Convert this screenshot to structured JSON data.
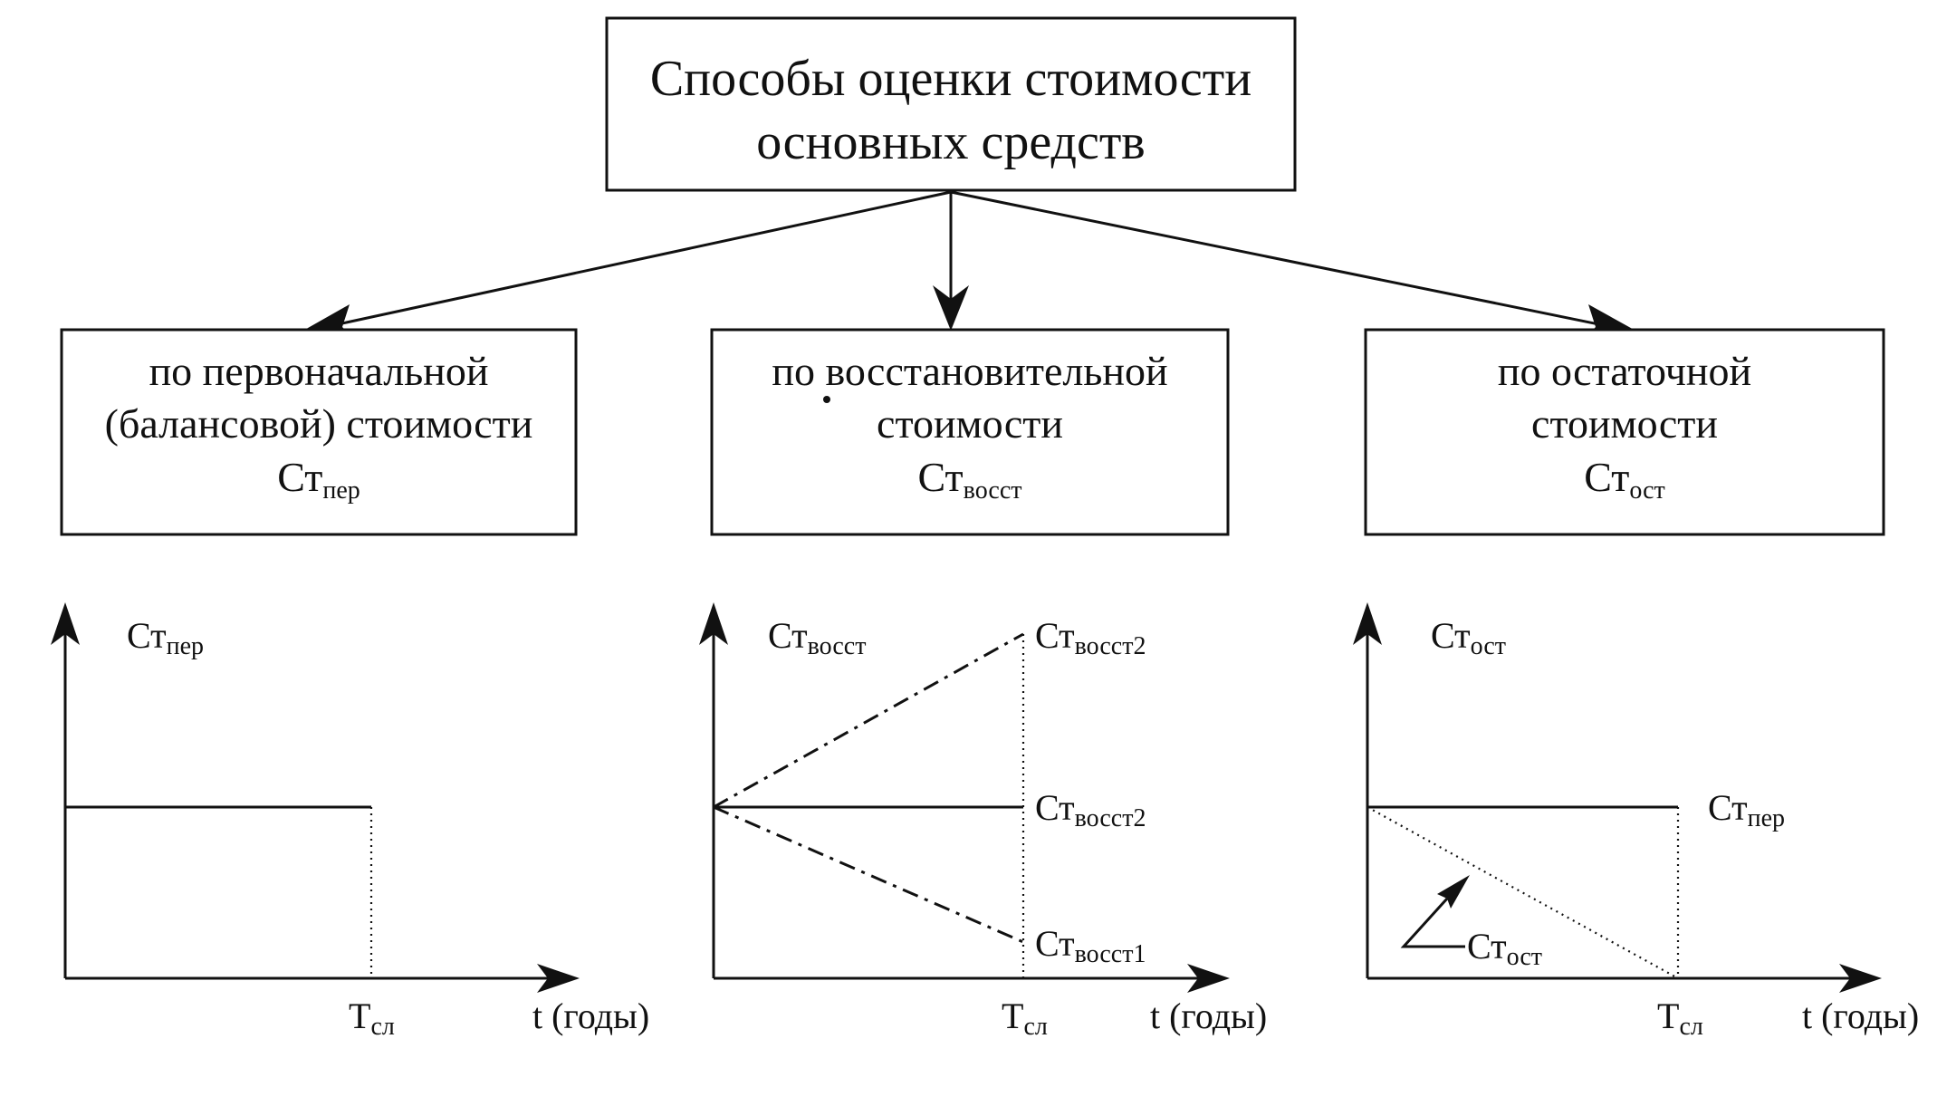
{
  "root": {
    "line1": "Способы оценки стоимости",
    "line2": "основных средств"
  },
  "methods": [
    {
      "line1": "по первоначальной",
      "line2": "(балансовой) стоимости",
      "symbol": "Ст",
      "symbol_sub": "пер"
    },
    {
      "line1": "по восстановительной",
      "line2": "стоимости",
      "symbol": "Ст",
      "symbol_sub": "восст"
    },
    {
      "line1": "по остаточной",
      "line2": "стоимости",
      "symbol": "Ст",
      "symbol_sub": "ост"
    }
  ],
  "graphs": [
    {
      "y_label": "Ст",
      "y_label_sub": "пер",
      "x_label": "t (годы)",
      "t_label": "Т",
      "t_label_sub": "сл"
    },
    {
      "y_label": "Ст",
      "y_label_sub": "восст",
      "x_label": "t (годы)",
      "t_label": "Т",
      "t_label_sub": "сл",
      "end_labels": [
        {
          "main": "Ст",
          "sub": "восст2"
        },
        {
          "main": "Ст",
          "sub": "восст2"
        },
        {
          "main": "Ст",
          "sub": "восст1"
        }
      ]
    },
    {
      "y_label": "Ст",
      "y_label_sub": "ост",
      "x_label": "t (годы)",
      "t_label": "Т",
      "t_label_sub": "сл",
      "line_label": "Ст",
      "line_label_sub": "пер",
      "decline_label": "Ст",
      "decline_label_sub": "ост"
    }
  ]
}
